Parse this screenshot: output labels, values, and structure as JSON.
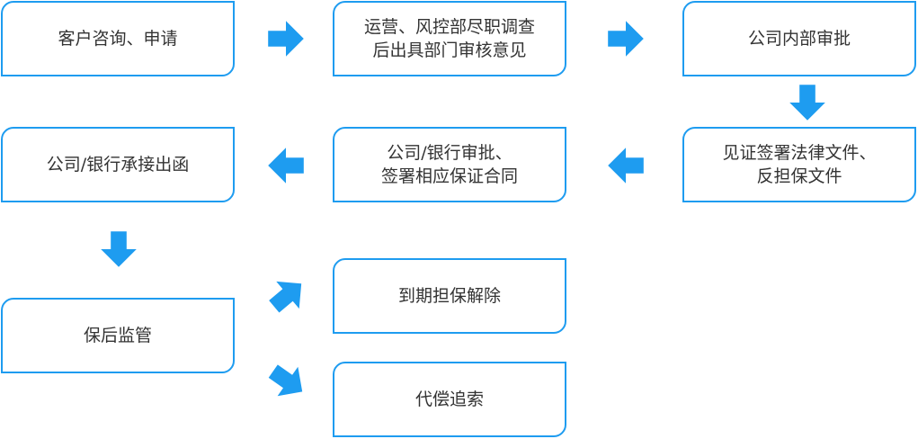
{
  "diagram": {
    "accent_color": "#1e9cf0",
    "steps": {
      "consult": "客户咨询、申请",
      "due_diligence": "运营、风控部尽职调查\n后出具部门审核意见",
      "internal_approval": "公司内部审批",
      "witness_sign": "见证签署法律文件、\n反担保文件",
      "bank_approval": "公司/银行审批、\n签署相应保证合同",
      "issue_letter": "公司/银行承接出函",
      "post_monitoring": "保后监管",
      "release": "到期担保解除",
      "recovery": "代偿追索"
    },
    "arrow_icon": "arrow-icon"
  }
}
